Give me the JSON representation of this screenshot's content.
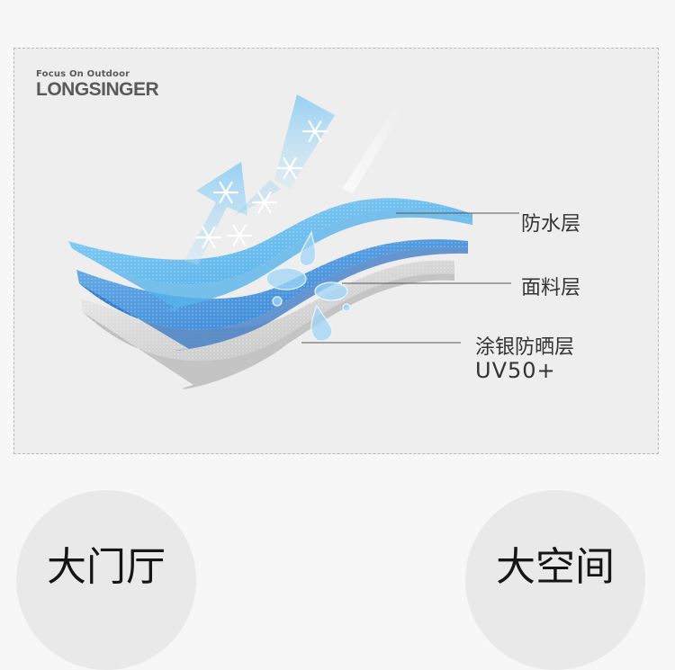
{
  "brand": {
    "tagline": "Focus On Outdoor",
    "name": "LONGSINGER"
  },
  "layers": [
    {
      "label": "防水层",
      "color": "#5bb8ec"
    },
    {
      "label": "面料层",
      "color": "#3f8fdc"
    },
    {
      "label": "涂银防晒层",
      "color": "#d8d8d8"
    }
  ],
  "uv_rating": "UV50+",
  "sections": [
    {
      "title": "大门厅"
    },
    {
      "title": "大空间"
    }
  ]
}
